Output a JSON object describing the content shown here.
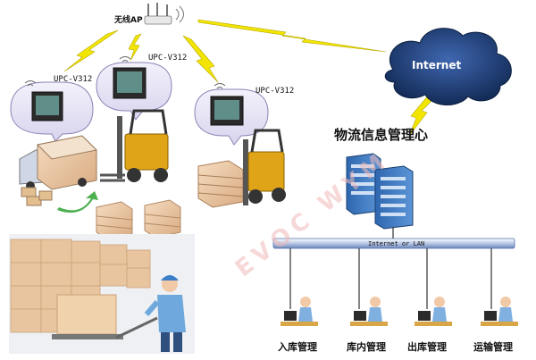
{
  "wireless_ap": {
    "label": "无线AP"
  },
  "terminals": [
    {
      "label": "UPC-V312"
    },
    {
      "label": "UPC-V312"
    },
    {
      "label": "UPC-V312"
    }
  ],
  "cloud": {
    "label": "Internet"
  },
  "center": {
    "label": "物流信息管理心"
  },
  "bus": {
    "label": "Internet or LAN"
  },
  "watermark": {
    "label": "EVOC WYM"
  },
  "workstations": [
    {
      "label": "入库管理"
    },
    {
      "label": "库内管理"
    },
    {
      "label": "出库管理"
    },
    {
      "label": "运输管理"
    }
  ],
  "colors": {
    "lightning": "#f2e600",
    "cloud": "#1b3a70",
    "forklift": "#e0a418",
    "server": "#3a78c0",
    "bus": "#4c6fb0",
    "watermark": "#f1b9b9"
  }
}
